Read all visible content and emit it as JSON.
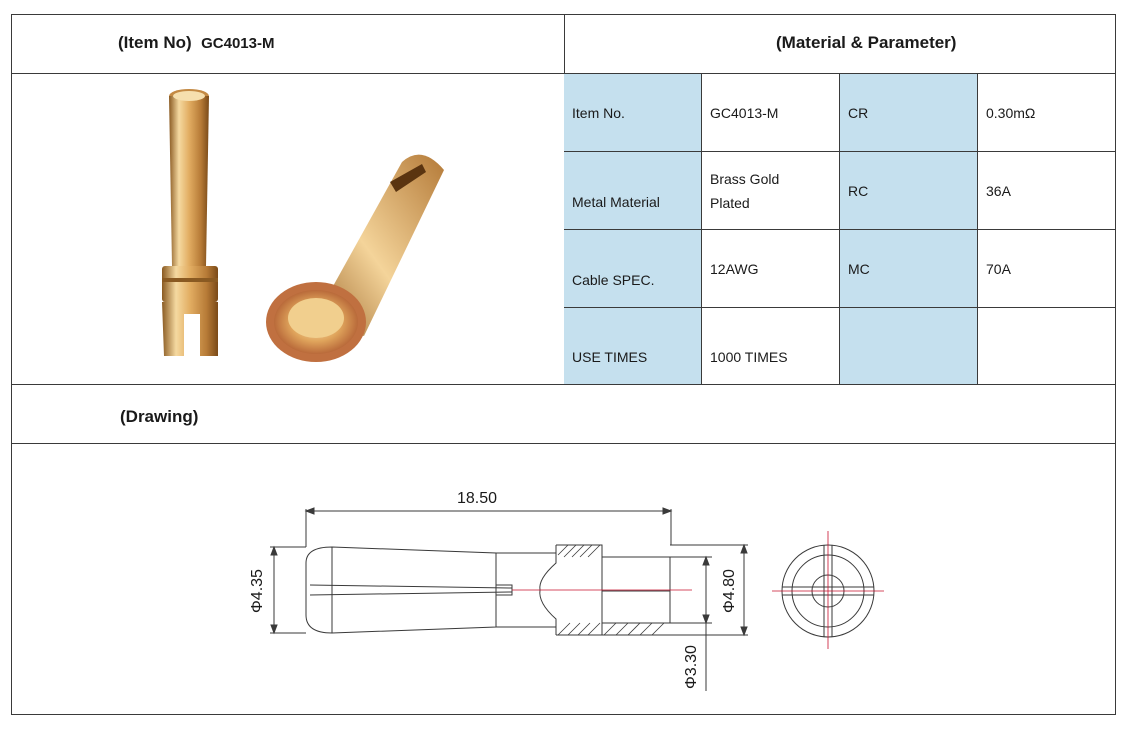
{
  "header": {
    "item_no_label": "(Item No)",
    "item_no_value": "GC4013-M",
    "material_title": "(Material & Parameter)"
  },
  "params": {
    "rows": [
      {
        "label": "Item No.",
        "value": "GC4013-M",
        "key": "CR",
        "key_value": "0.30mΩ"
      },
      {
        "label": "Metal Material",
        "value": "Brass Gold Plated",
        "key": "RC",
        "key_value": "36A"
      },
      {
        "label": "Cable SPEC.",
        "value": "12AWG",
        "key": "MC",
        "key_value": "70A"
      },
      {
        "label": "USE TIMES",
        "value": "1000 TIMES",
        "key": "",
        "key_value": ""
      }
    ]
  },
  "drawing": {
    "title": "(Drawing)",
    "dim_length": "18.50",
    "dim_left_dia": "Φ4.35",
    "dim_right_dia": "Φ4.80",
    "dim_inner_dia": "Φ3.30"
  },
  "colors": {
    "table_blue": "#c5e0ee",
    "line": "#3a3a3a",
    "gold": "#d9a55a",
    "center_red": "#c8102e"
  }
}
